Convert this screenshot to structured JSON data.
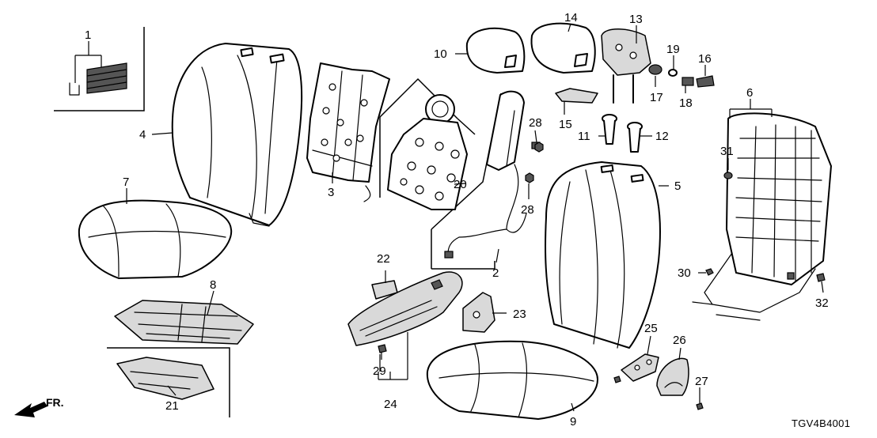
{
  "diagram": {
    "callouts": [
      {
        "id": "c1",
        "label": "1"
      },
      {
        "id": "c2",
        "label": "2"
      },
      {
        "id": "c3",
        "label": "3"
      },
      {
        "id": "c4",
        "label": "4"
      },
      {
        "id": "c5",
        "label": "5"
      },
      {
        "id": "c6",
        "label": "6"
      },
      {
        "id": "c7",
        "label": "7"
      },
      {
        "id": "c8",
        "label": "8"
      },
      {
        "id": "c9",
        "label": "9"
      },
      {
        "id": "c10",
        "label": "10"
      },
      {
        "id": "c11",
        "label": "11"
      },
      {
        "id": "c12",
        "label": "12"
      },
      {
        "id": "c13",
        "label": "13"
      },
      {
        "id": "c14",
        "label": "14"
      },
      {
        "id": "c15",
        "label": "15"
      },
      {
        "id": "c16",
        "label": "16"
      },
      {
        "id": "c17",
        "label": "17"
      },
      {
        "id": "c18",
        "label": "18"
      },
      {
        "id": "c19",
        "label": "19"
      },
      {
        "id": "c20",
        "label": "20"
      },
      {
        "id": "c21",
        "label": "21"
      },
      {
        "id": "c22",
        "label": "22"
      },
      {
        "id": "c23",
        "label": "23"
      },
      {
        "id": "c24",
        "label": "24"
      },
      {
        "id": "c25",
        "label": "25"
      },
      {
        "id": "c26",
        "label": "26"
      },
      {
        "id": "c27",
        "label": "27"
      },
      {
        "id": "c28a",
        "label": "28"
      },
      {
        "id": "c28b",
        "label": "28"
      },
      {
        "id": "c29",
        "label": "29"
      },
      {
        "id": "c30",
        "label": "30"
      },
      {
        "id": "c31",
        "label": "31"
      },
      {
        "id": "c32",
        "label": "32"
      }
    ],
    "front_arrow_label": "FR.",
    "drawing_code": "TGV4B4001"
  }
}
